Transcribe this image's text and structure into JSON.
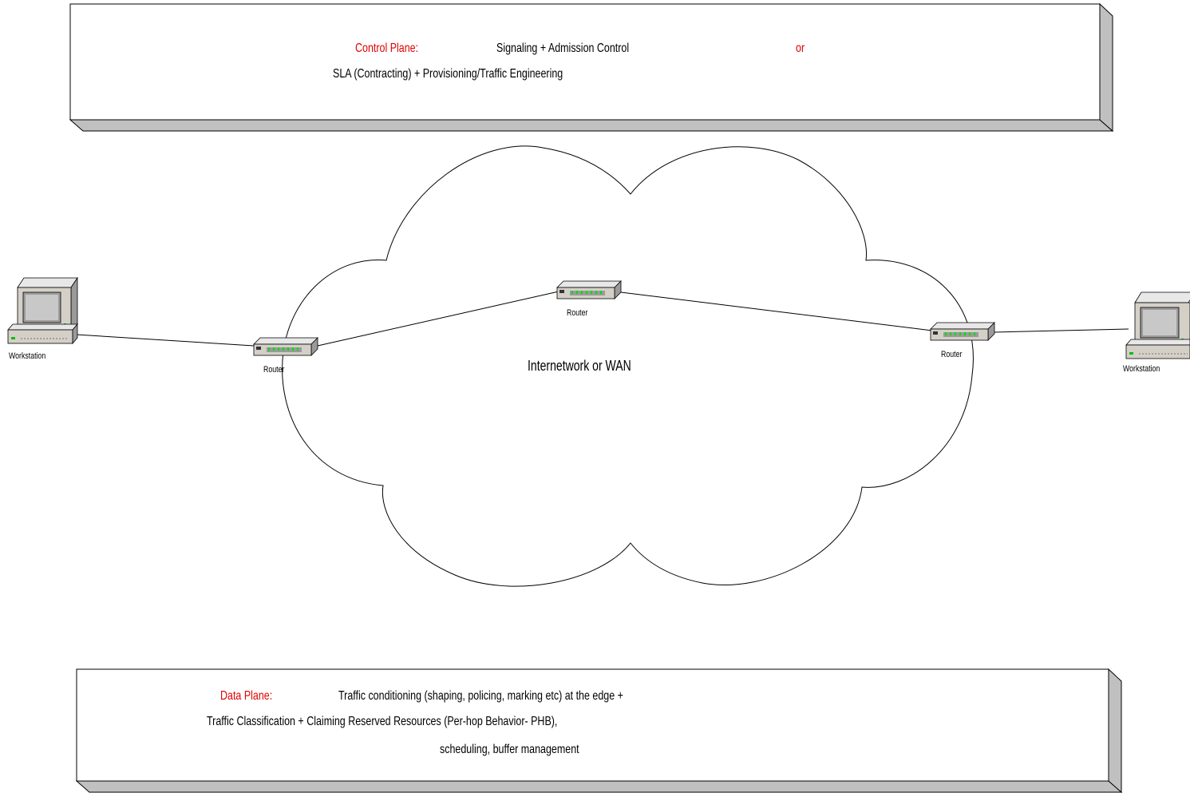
{
  "control_plane": {
    "title": "Control Plane:",
    "line1": "Signaling + Admission Control",
    "or": "or",
    "line2": "SLA (Contracting) + Provisioning/Traffic Engineering"
  },
  "data_plane": {
    "title": "Data Plane:",
    "line1": "Traffic conditioning (shaping, policing, marking etc) at the edge +",
    "line2": "Traffic Classification + Claiming Reserved Resources (Per-hop Behavior- PHB),",
    "line3": "scheduling, buffer management"
  },
  "network": {
    "cloud_label": "Internetwork or WAN",
    "nodes": {
      "workstation_left": "Workstation",
      "router_left": "Router",
      "router_center": "Router",
      "router_right": "Router",
      "workstation_right": "Workstation"
    }
  },
  "colors": {
    "title_red": "#e00000",
    "box_side": "#c0c0c0",
    "device_body": "#d4d0c8"
  }
}
